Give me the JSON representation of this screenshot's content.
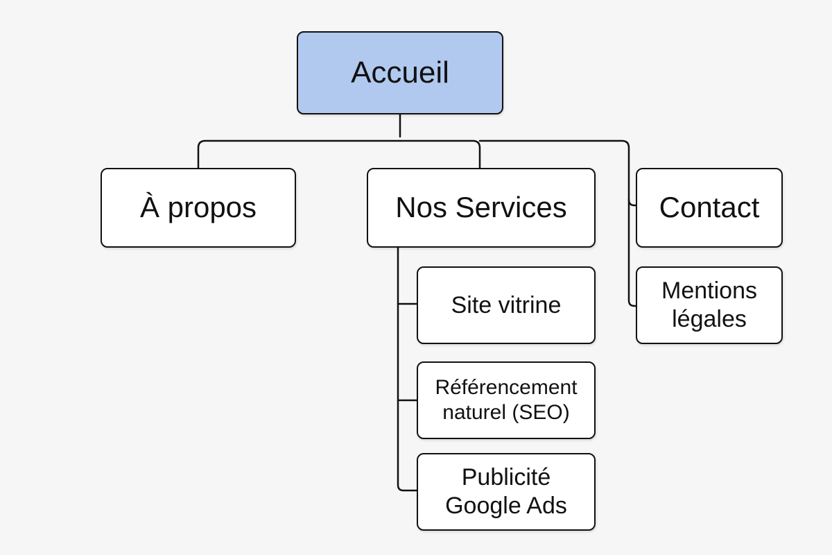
{
  "diagram": {
    "root": {
      "label": "Accueil",
      "color": "#b1c9ef"
    },
    "level1": [
      {
        "id": "apropos",
        "label": "À propos"
      },
      {
        "id": "services",
        "label": "Nos Services"
      },
      {
        "id": "contact",
        "label": "Contact"
      }
    ],
    "services_children": [
      {
        "id": "vitrine",
        "label": "Site vitrine"
      },
      {
        "id": "seo",
        "label": "Référencement\nnaturel (SEO)"
      },
      {
        "id": "ads",
        "label": "Publicité\nGoogle Ads"
      }
    ],
    "contact_sibling": {
      "id": "mentions",
      "label": "Mentions\nlégales"
    },
    "colors": {
      "stroke": "#111111",
      "node_fill": "#ffffff",
      "background": "#f6f6f6"
    }
  }
}
